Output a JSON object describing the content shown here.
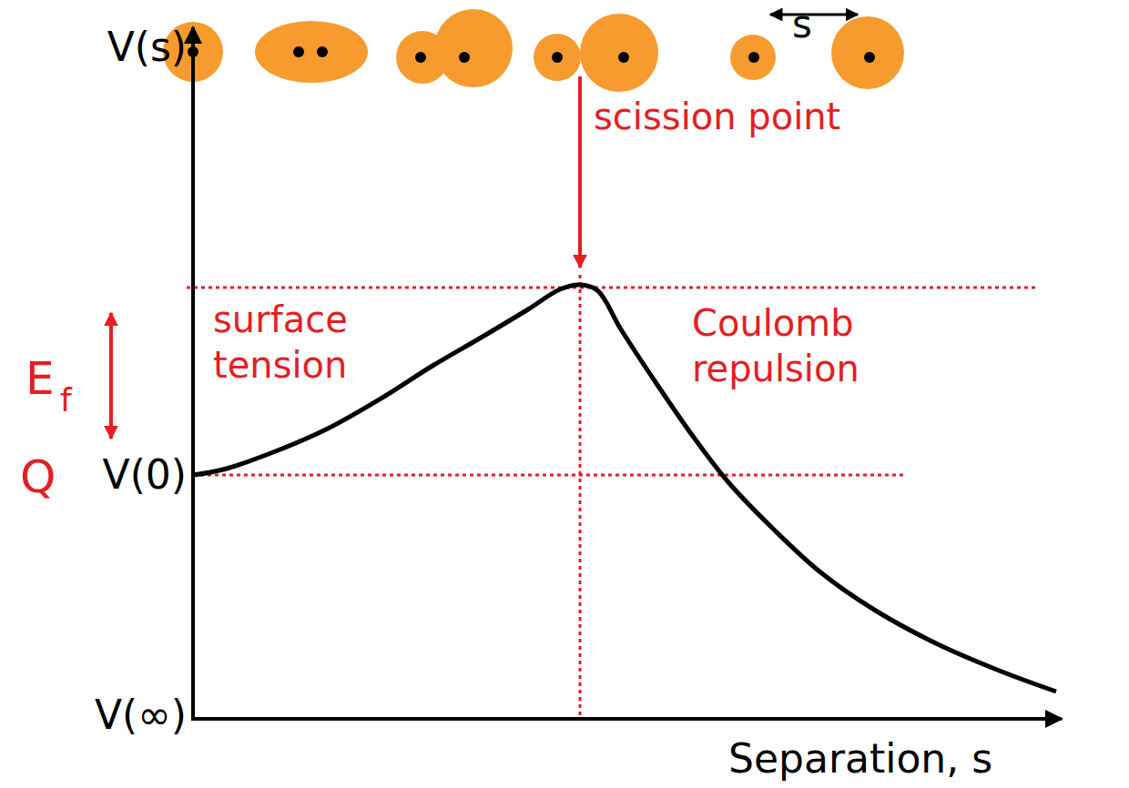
{
  "diagram": {
    "labels": [
      "s",
      "scission point",
      "V(s)",
      "E",
      "f",
      "surface tension",
      "Coulomb repulsion",
      "Q",
      "V(0)",
      "V(∞)",
      "Separation, s"
    ]
  }
}
